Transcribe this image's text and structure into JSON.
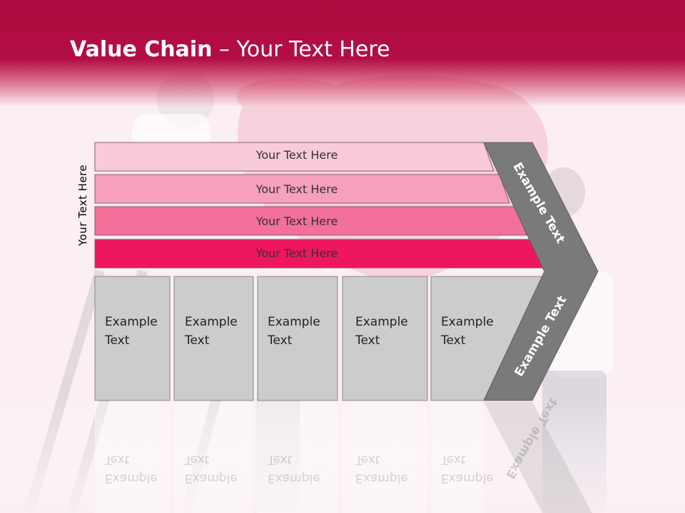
{
  "slide": {
    "title_bold": "Value Chain",
    "title_rest": " – Your Text Here",
    "side_label": "Your Text Here"
  },
  "rows": [
    {
      "label": "Your Text Here",
      "color": "#f9cbd9"
    },
    {
      "label": "Your Text Here",
      "color": "#f6a0bd"
    },
    {
      "label": "Your Text Here",
      "color": "#f27099"
    },
    {
      "label": "Your Text Here",
      "color": "#ee165e"
    }
  ],
  "columns": [
    {
      "label": "Example\nText"
    },
    {
      "label": "Example\nText"
    },
    {
      "label": "Example\nText"
    },
    {
      "label": "Example\nText"
    },
    {
      "label": "Example\nText"
    }
  ],
  "chevron": {
    "upper_label": "Example Text",
    "lower_label": "Example Text",
    "color": "#7a7a7a"
  },
  "colors": {
    "header": "#b30e44",
    "box_fill": "#cccccc",
    "box_stroke": "#888888"
  }
}
